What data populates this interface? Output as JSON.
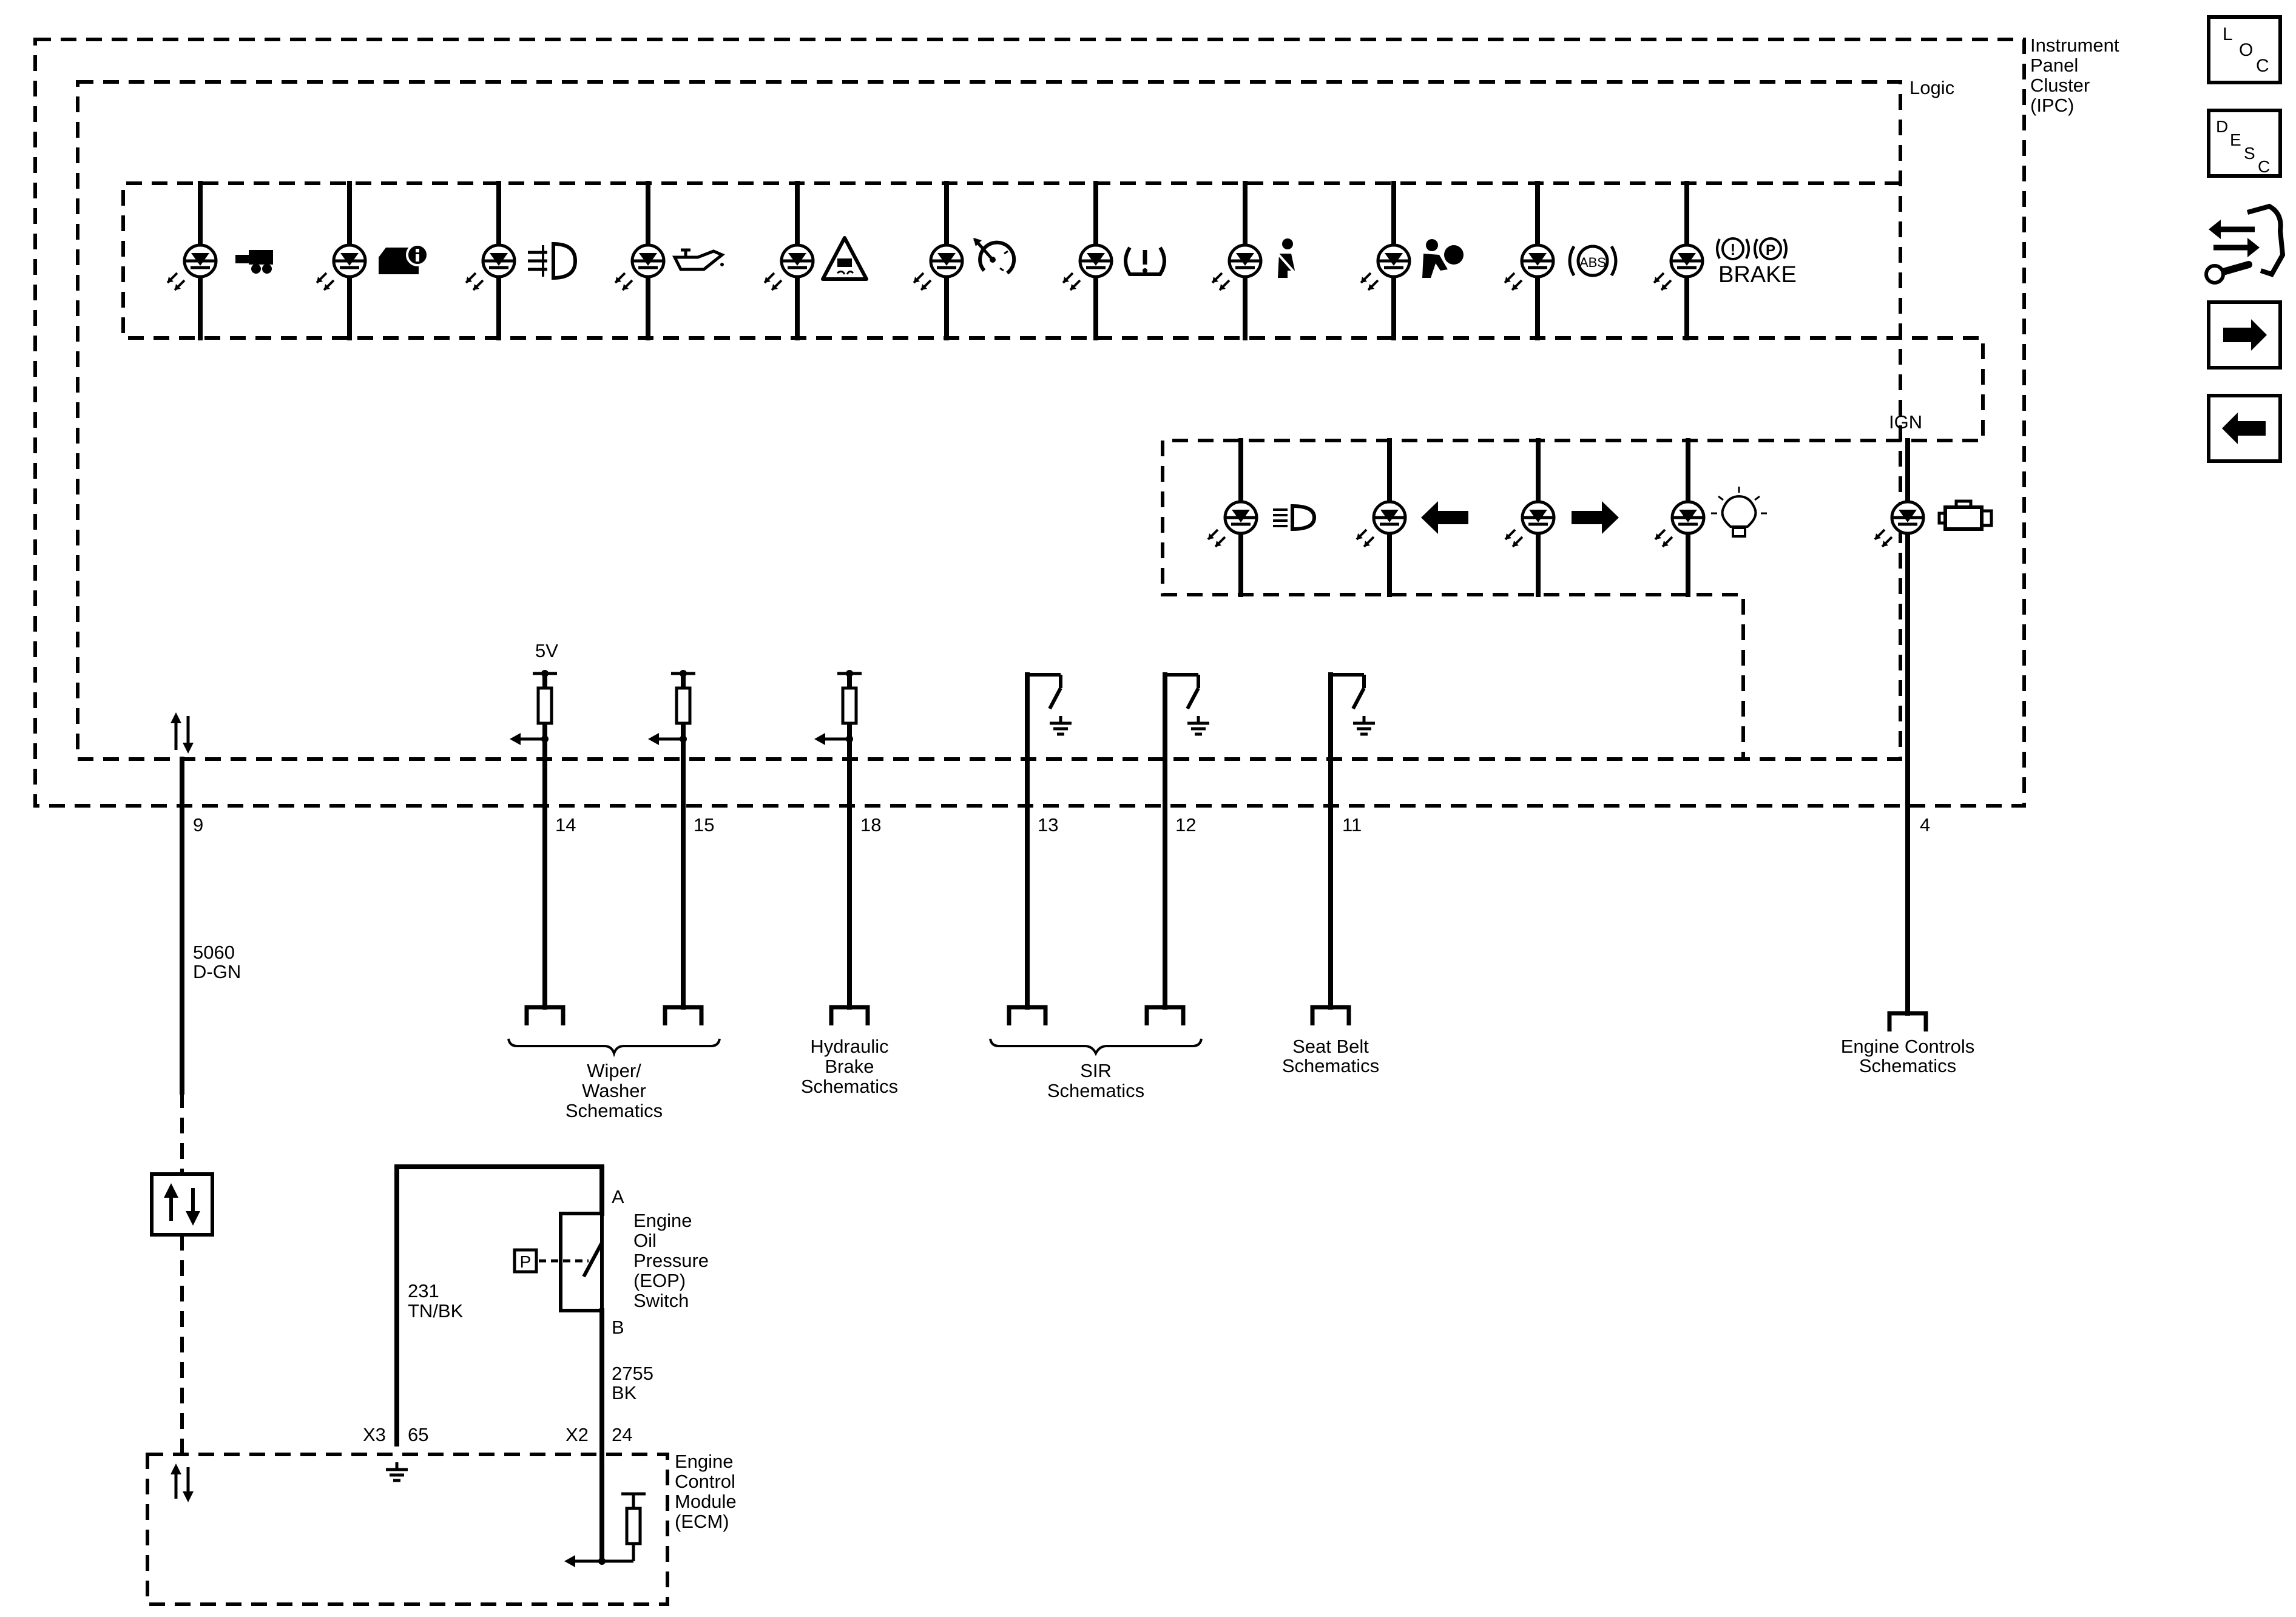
{
  "boxes": {
    "ipc": [
      "Instrument",
      "Panel",
      "Cluster",
      "(IPC)"
    ],
    "logic": "Logic",
    "ecm": [
      "Engine",
      "Control",
      "Module",
      "(ECM)"
    ],
    "eop_switch": [
      "Engine",
      "Oil",
      "Pressure",
      "(EOP)",
      "Switch"
    ]
  },
  "indicators_top_row": [
    {
      "icon": "trailer-icon"
    },
    {
      "icon": "vehicle-info-icon"
    },
    {
      "icon": "fog-lamp-icon"
    },
    {
      "icon": "oil-can-icon"
    },
    {
      "icon": "traction-control-icon"
    },
    {
      "icon": "speed-control-icon"
    },
    {
      "icon": "tire-pressure-icon"
    },
    {
      "icon": "seat-belt-icon"
    },
    {
      "icon": "airbag-icon"
    },
    {
      "icon": "abs-icon",
      "text": "ABS"
    },
    {
      "icon": "brake-warning-icon",
      "text": "BRAKE",
      "symbols": [
        "!",
        "P"
      ]
    }
  ],
  "indicators_second_row": [
    {
      "icon": "high-beam-icon"
    },
    {
      "icon": "left-turn-arrow-icon"
    },
    {
      "icon": "right-turn-arrow-icon"
    },
    {
      "icon": "exterior-lamp-icon"
    }
  ],
  "ign_label": "IGN",
  "engine_indicator": {
    "icon": "check-engine-icon"
  },
  "supply_label": "5V",
  "pins": [
    "9",
    "14",
    "15",
    "18",
    "13",
    "12",
    "11",
    "4"
  ],
  "wires": {
    "serial": {
      "circuit": "5060",
      "color": "D-GN"
    },
    "eop_supply": {
      "circuit": "231",
      "color": "TN/BK"
    },
    "eop_signal": {
      "circuit": "2755",
      "color": "BK"
    }
  },
  "eop_terminals": {
    "a": "A",
    "b": "B",
    "pressure": "P"
  },
  "ecm_connectors": [
    {
      "connector": "X3",
      "pin": "65"
    },
    {
      "connector": "X2",
      "pin": "24"
    }
  ],
  "references": {
    "wiper": [
      "Wiper/",
      "Washer",
      "Schematics"
    ],
    "hydraulic": [
      "Hydraulic",
      "Brake",
      "Schematics"
    ],
    "sir": [
      "SIR",
      "Schematics"
    ],
    "seat_belt": [
      "Seat Belt",
      "Schematics"
    ],
    "engine": [
      "Engine Controls",
      "Schematics"
    ]
  },
  "nav": {
    "loc": [
      "L",
      "O",
      "C"
    ],
    "desc": [
      "D",
      "E",
      "S",
      "C"
    ],
    "icons": [
      "connector-reference-icon",
      "next-page-icon",
      "previous-page-icon"
    ]
  }
}
